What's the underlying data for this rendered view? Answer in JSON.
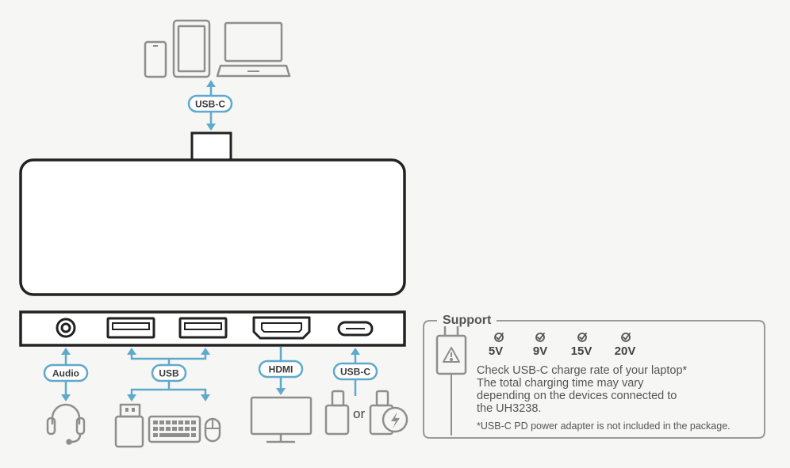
{
  "colors": {
    "background": "#f6f6f4",
    "device_stroke": "#222222",
    "connector_blue": "#5fa9cc",
    "icon_gray": "#8e8e8e",
    "panel_stroke": "#9a9a9a"
  },
  "labels": {
    "usbc_top": "USB-C",
    "audio": "Audio",
    "usb": "USB",
    "hdmi": "HDMI",
    "usbc_bottom": "USB-C",
    "or": "or"
  },
  "support": {
    "title": "Support",
    "voltages": [
      "5V",
      "9V",
      "15V",
      "20V"
    ],
    "note_lines": [
      "Check USB-C charge rate of your laptop*",
      "The total charging time may vary",
      "depending on the devices connected to",
      "the UH3238."
    ],
    "footnote": "*USB-C PD power adapter is not included in the package."
  },
  "icons": {
    "top_devices": [
      "phone-icon",
      "tablet-icon",
      "laptop-icon"
    ],
    "ports": [
      "audio-jack-icon",
      "usb-a-port-icon",
      "usb-a-port-icon",
      "hdmi-port-icon",
      "usb-c-port-icon"
    ],
    "bottom_devices": [
      "headset-icon",
      "usb-flash-drive-icon",
      "keyboard-icon",
      "mouse-icon",
      "monitor-icon",
      "usb-c-drive-icon",
      "usb-c-charger-icon",
      "power-adapter-icon",
      "checkmark-icon"
    ]
  }
}
